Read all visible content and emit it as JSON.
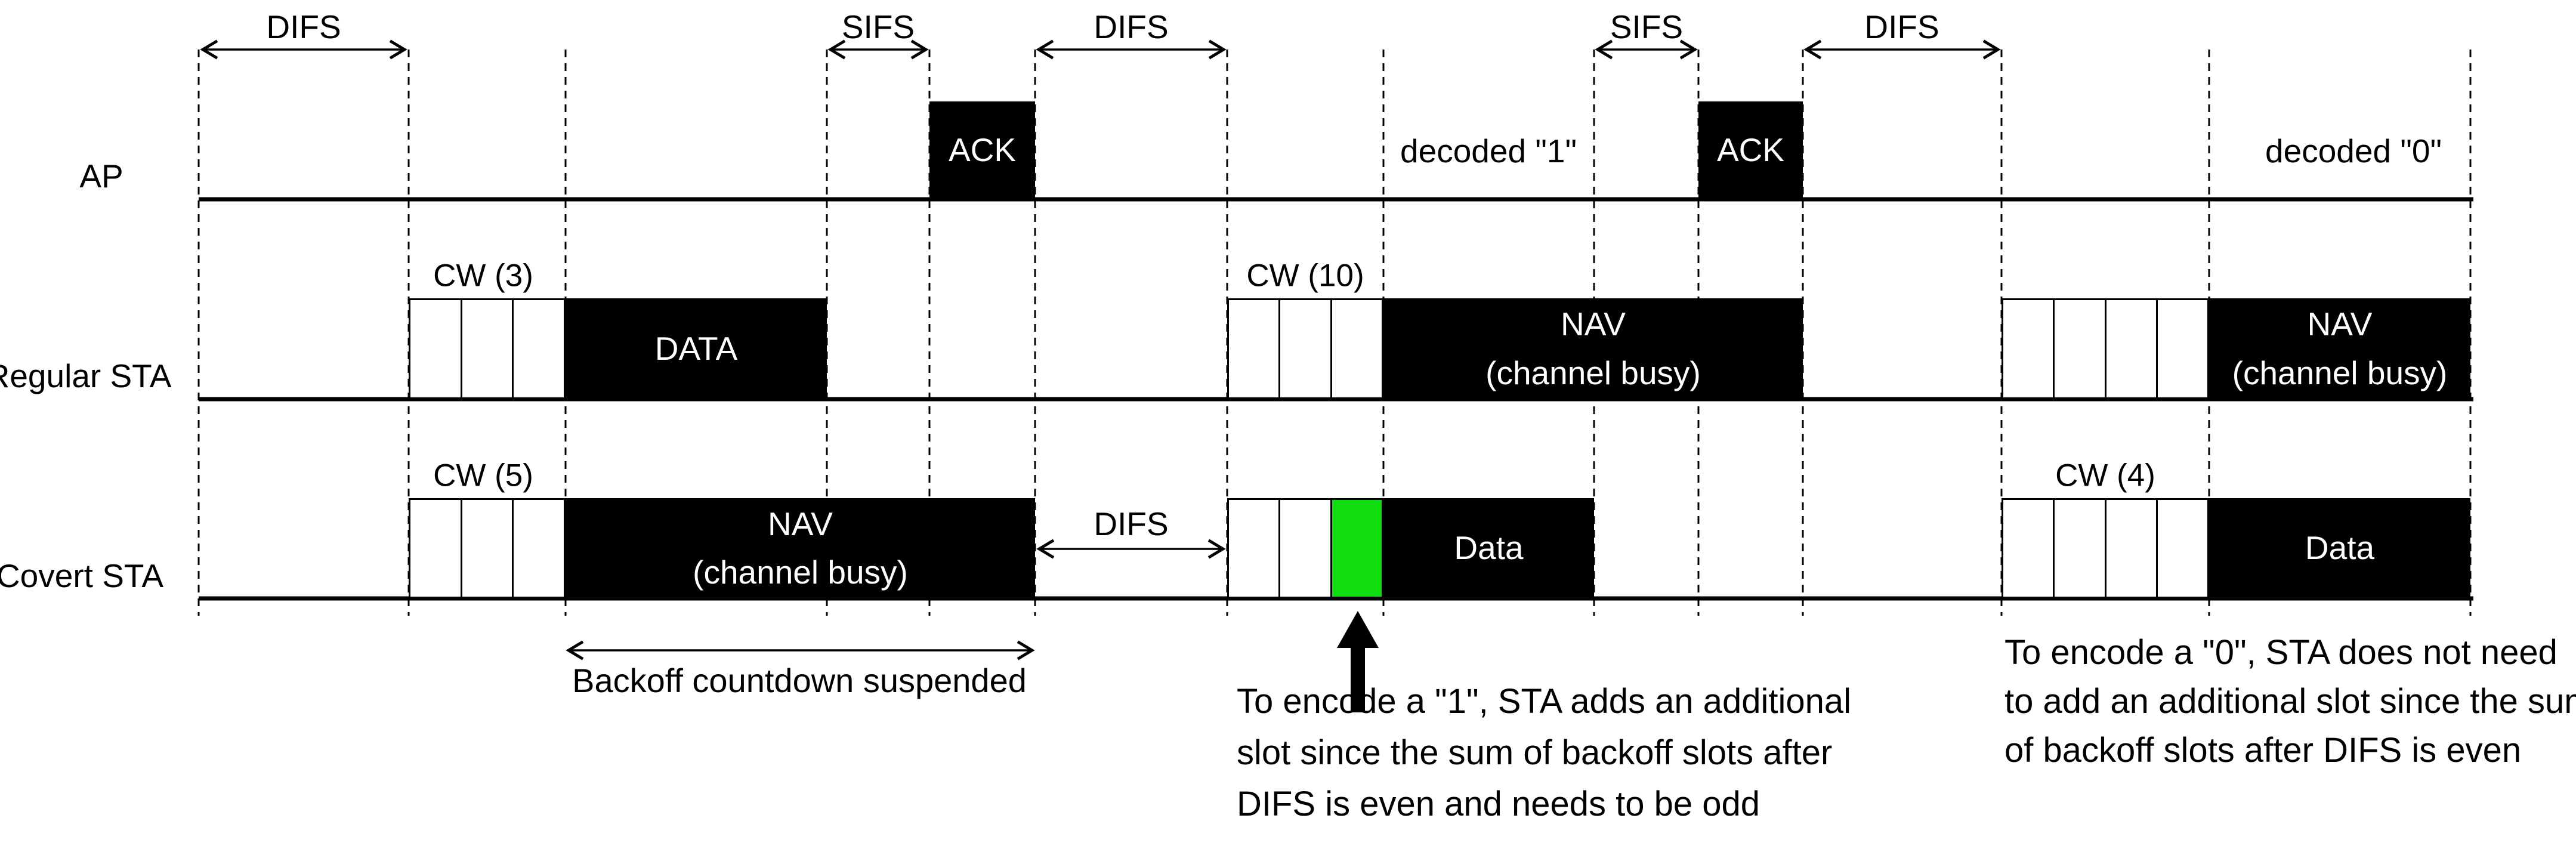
{
  "diagram_title": "CSMA/CA backoff covert-channel timing diagram",
  "colors": {
    "background": "#ffffff",
    "block": "#000000",
    "block_text": "#ffffff",
    "green_slot": "#10dd10",
    "line": "#000000",
    "text": "#000000"
  },
  "top_intervals": [
    "DIFS",
    "SIFS",
    "DIFS",
    "SIFS",
    "DIFS"
  ],
  "covert_difs_label": "DIFS",
  "rows": {
    "ap": "AP",
    "regular": "Regular STA",
    "covert": "Covert STA"
  },
  "blocks": {
    "ack": "ACK",
    "data_upper": "DATA",
    "data_lower": "Data",
    "nav_line1": "NAV",
    "nav_line2": "(channel busy)"
  },
  "decoded": {
    "one": "decoded \"1\"",
    "zero": "decoded \"0\""
  },
  "cw_windows": {
    "regular_left": {
      "label": "CW (3)",
      "slots": 3
    },
    "covert_left": {
      "label": "CW (5)",
      "slots": 3
    },
    "regular_mid": {
      "label": "CW (10)",
      "slots": 3
    },
    "covert_mid": {
      "label": "",
      "slots": 3,
      "green_index": 2
    },
    "regular_right": {
      "label": "",
      "slots": 4
    },
    "covert_right": {
      "label": "CW (4)",
      "slots": 4
    }
  },
  "annotations": {
    "backoff_suspended": "Backoff countdown suspended",
    "encode_one": [
      "To encode a \"1\", STA adds an additional",
      "slot since the sum of backoff slots after",
      "DIFS is even and needs to be odd"
    ],
    "encode_zero": [
      "To encode a \"0\", STA does not need",
      "to add an additional slot since the sum",
      "of backoff slots after DIFS is even"
    ]
  }
}
